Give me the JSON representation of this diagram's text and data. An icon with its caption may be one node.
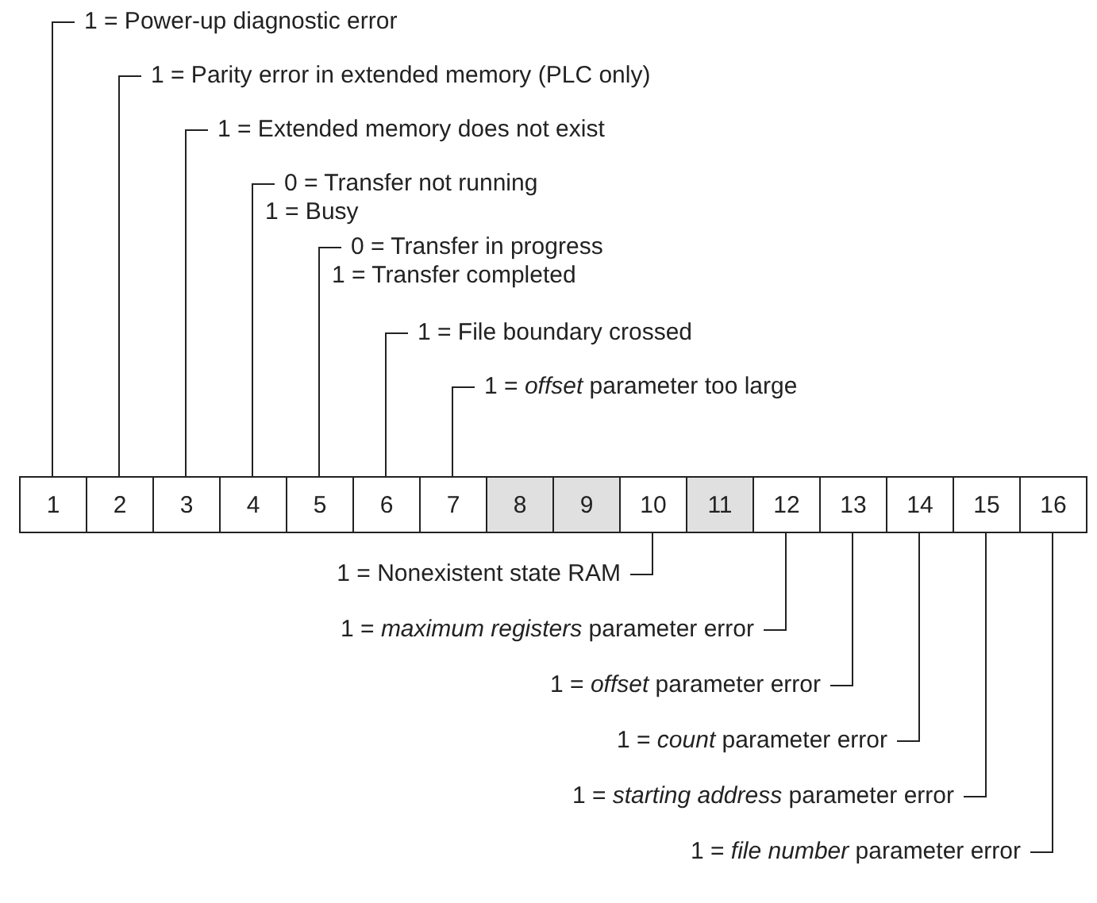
{
  "diagram": {
    "nodes": [
      {
        "text": [
          "1"
        ]
      },
      {
        "text": [
          "2"
        ]
      },
      {
        "text": [
          "3"
        ]
      },
      {
        "text": [
          "4"
        ]
      },
      {
        "text": [
          "5"
        ]
      },
      {
        "text": [
          "6"
        ]
      },
      {
        "text": [
          "7"
        ]
      },
      {
        "text": [
          "8"
        ]
      },
      {
        "text": [
          "9"
        ]
      },
      {
        "text": [
          "10"
        ]
      },
      {
        "text": [
          "11"
        ]
      },
      {
        "text": [
          "12"
        ]
      },
      {
        "text": [
          "13"
        ]
      },
      {
        "text": [
          "14"
        ]
      },
      {
        "text": [
          "15"
        ]
      },
      {
        "text": [
          "16"
        ]
      },
      {
        "text": [
          "1 = Power-up diagnostic error"
        ]
      },
      {
        "text": [
          "1 = Parity error in extended memory (PLC only)"
        ]
      },
      {
        "text": [
          "1 = Extended memory does not exist"
        ]
      },
      {
        "text": [
          "0 = Transfer not running",
          "1 = Busy"
        ]
      },
      {
        "text": [
          "0 = Transfer in progress",
          "1 = Transfer completed"
        ]
      },
      {
        "text": [
          "1 = File boundary crossed"
        ]
      },
      {
        "text": [
          "1 = *offset* parameter too large"
        ]
      },
      {
        "text": [
          "1 = Nonexistent state RAM"
        ]
      },
      {
        "text": [
          "1 = *maximum registers* parameter error"
        ]
      },
      {
        "text": [
          "1 = *offset* parameter error"
        ]
      },
      {
        "text": [
          "1 = *count* parameter error"
        ]
      },
      {
        "text": [
          "1 = *starting address* parameter error"
        ]
      },
      {
        "text": [
          "1 = *file number* parameter error"
        ]
      }
    ],
    "edges": [
      {
        "from": 16,
        "to": 0,
        "arrow": "none"
      },
      {
        "from": 17,
        "to": 1,
        "arrow": "none"
      },
      {
        "from": 18,
        "to": 2,
        "arrow": "none"
      },
      {
        "from": 19,
        "to": 3,
        "arrow": "none"
      },
      {
        "from": 20,
        "to": 4,
        "arrow": "none"
      },
      {
        "from": 21,
        "to": 5,
        "arrow": "none"
      },
      {
        "from": 22,
        "to": 6,
        "arrow": "none"
      },
      {
        "from": 23,
        "to": 9,
        "arrow": "none"
      },
      {
        "from": 24,
        "to": 11,
        "arrow": "none"
      },
      {
        "from": 25,
        "to": 12,
        "arrow": "none"
      },
      {
        "from": 26,
        "to": 13,
        "arrow": "none"
      },
      {
        "from": 27,
        "to": 14,
        "arrow": "none"
      },
      {
        "from": 28,
        "to": 15,
        "arrow": "none"
      }
    ]
  }
}
